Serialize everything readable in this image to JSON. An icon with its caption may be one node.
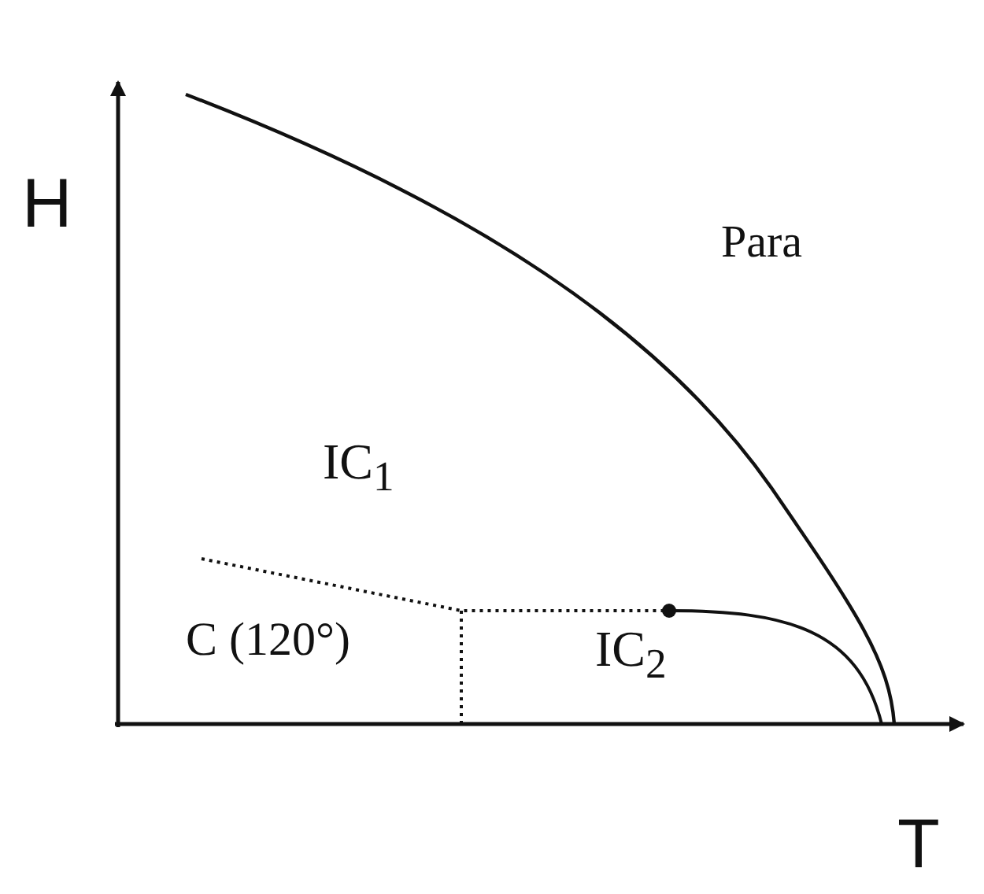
{
  "diagram": {
    "labels": [
      "H",
      "T",
      "Para",
      "IC$_{1}$",
      "C (120°)",
      "IC$_{2}$"
    ]
  }
}
